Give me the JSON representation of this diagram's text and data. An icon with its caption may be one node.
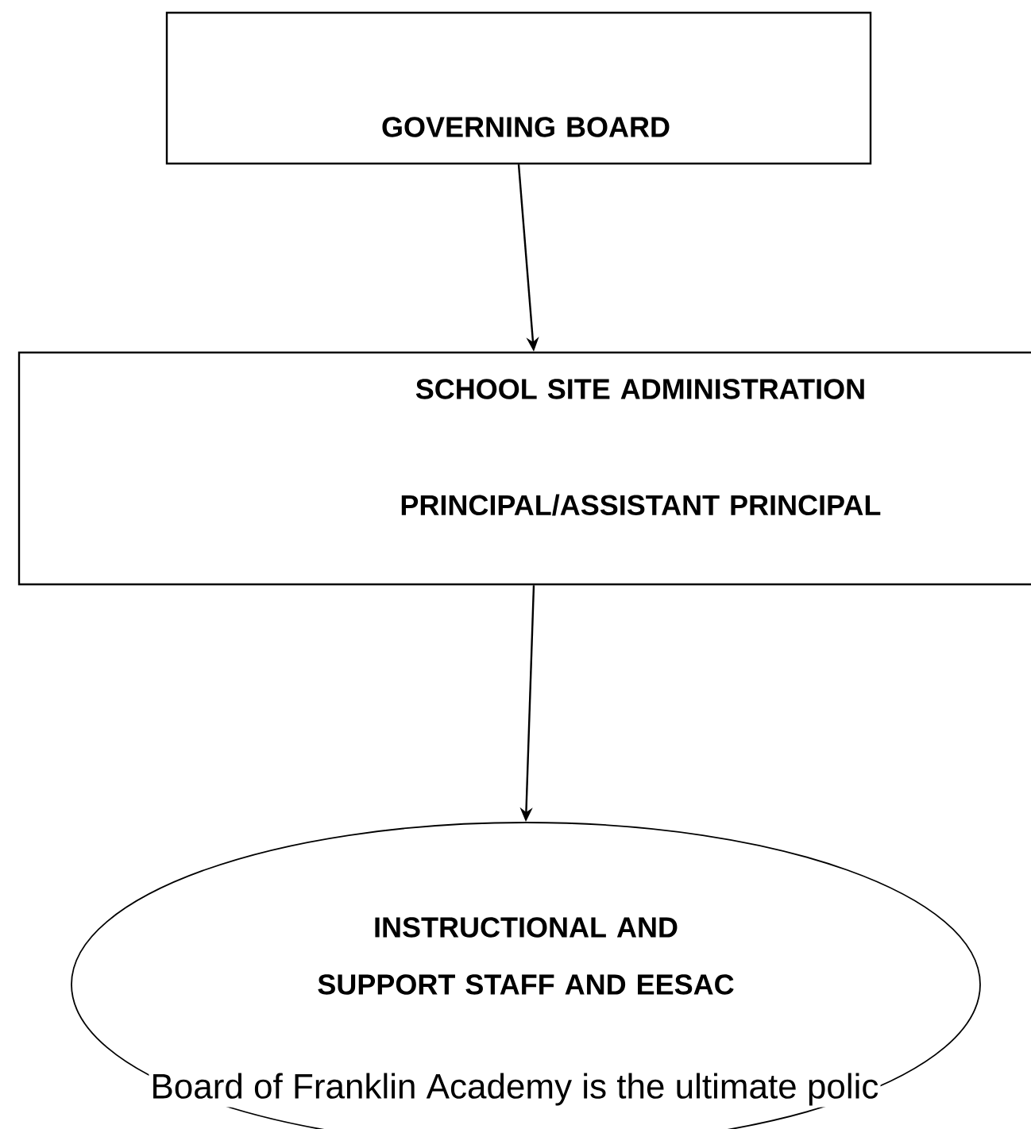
{
  "diagram": {
    "nodes": [
      {
        "text": [
          "GOVERNING BOARD"
        ]
      },
      {
        "text": [
          "SCHOOL SITE ADMINISTRATION",
          "PRINCIPAL/ASSISTANT PRINCIPAL"
        ]
      },
      {
        "text": [
          "INSTRUCTIONAL AND SUPPORT STAFF AND EESAC"
        ]
      }
    ],
    "edges": [
      {
        "from": 0,
        "to": 1,
        "arrow": "to"
      },
      {
        "from": 1,
        "to": 2,
        "arrow": "to"
      }
    ],
    "labels": [
      "Board of Franklin Academy is the ultimate polic"
    ]
  }
}
